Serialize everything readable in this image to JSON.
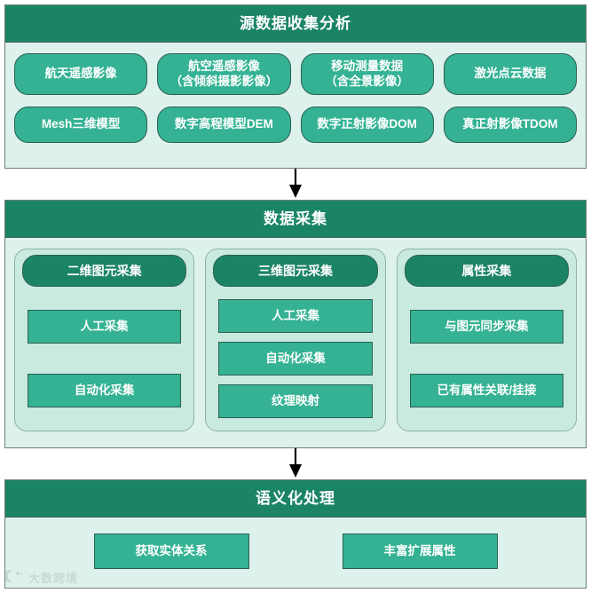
{
  "diagram": {
    "title_flow": "源数据收集分析 → 数据采集 → 语义化处理",
    "sections": [
      {
        "id": "source",
        "header": "源数据收集分析",
        "rows": [
          [
            {
              "line1": "航天遥感影像",
              "line2": ""
            },
            {
              "line1": "航空遥感影像",
              "line2": "（含倾斜摄影影像）"
            },
            {
              "line1": "移动测量数据",
              "line2": "（含全景影像）"
            },
            {
              "line1": "激光点云数据",
              "line2": ""
            }
          ],
          [
            {
              "line1": "Mesh三维模型",
              "line2": ""
            },
            {
              "line1": "数字高程模型DEM",
              "line2": ""
            },
            {
              "line1": "数字正射影像DOM",
              "line2": ""
            },
            {
              "line1": "真正射影像TDOM",
              "line2": ""
            }
          ]
        ]
      },
      {
        "id": "collect",
        "header": "数据采集",
        "columns": [
          {
            "header": "二维图元采集",
            "items": [
              "人工采集",
              "自动化采集"
            ]
          },
          {
            "header": "三维图元采集",
            "items": [
              "人工采集",
              "自动化采集",
              "纹理映射"
            ]
          },
          {
            "header": "属性采集",
            "items": [
              "与图元同步采集",
              "已有属性关联/挂接"
            ]
          }
        ]
      },
      {
        "id": "semantic",
        "header": "语义化处理",
        "boxes": [
          "获取实体关系",
          "丰富扩展属性"
        ]
      }
    ],
    "arrows": [
      {
        "name": "arrow-source-to-collect"
      },
      {
        "name": "arrow-collect-to-semantic"
      }
    ]
  },
  "watermark": {
    "text": "大数跨境"
  },
  "colors": {
    "header_dark_teal": "#1b8466",
    "box_teal": "#34b293",
    "section_background": "#ddf2ec",
    "column_background": "#c9ebdf",
    "border_gray": "#6f7f7a",
    "text_white": "#ffffff"
  }
}
